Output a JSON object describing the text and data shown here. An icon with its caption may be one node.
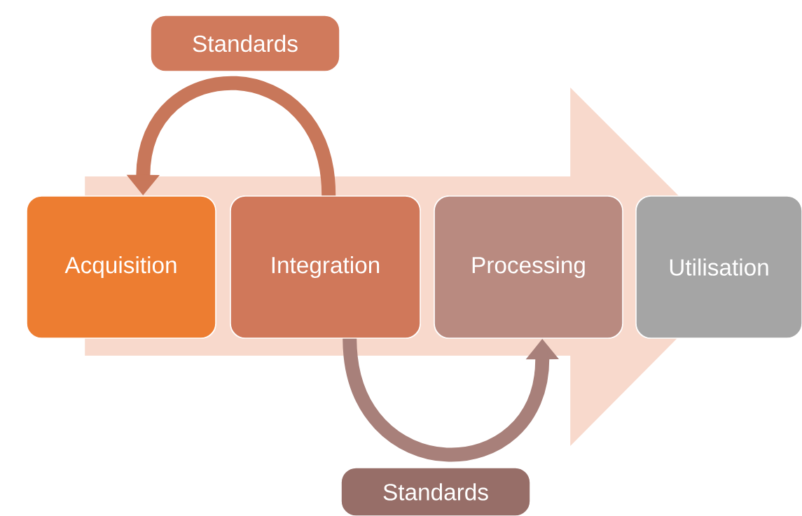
{
  "diagram": {
    "nodes": [
      {
        "text": [
          "Standards"
        ]
      },
      {
        "text": [
          "Acquisition"
        ]
      },
      {
        "text": [
          "Integration"
        ]
      },
      {
        "text": [
          "Processing"
        ]
      },
      {
        "text": [
          "Utilisation"
        ]
      },
      {
        "text": [
          "Standards"
        ]
      }
    ],
    "edges": [
      {
        "from": 2,
        "to": 1,
        "arrow": "to",
        "color": "#c8775a"
      },
      {
        "from": 2,
        "to": 3,
        "arrow": "to",
        "color": "#a8807a"
      },
      {
        "from": 1,
        "to": 4,
        "arrow": "to",
        "color": "#f8d9cc"
      }
    ]
  }
}
